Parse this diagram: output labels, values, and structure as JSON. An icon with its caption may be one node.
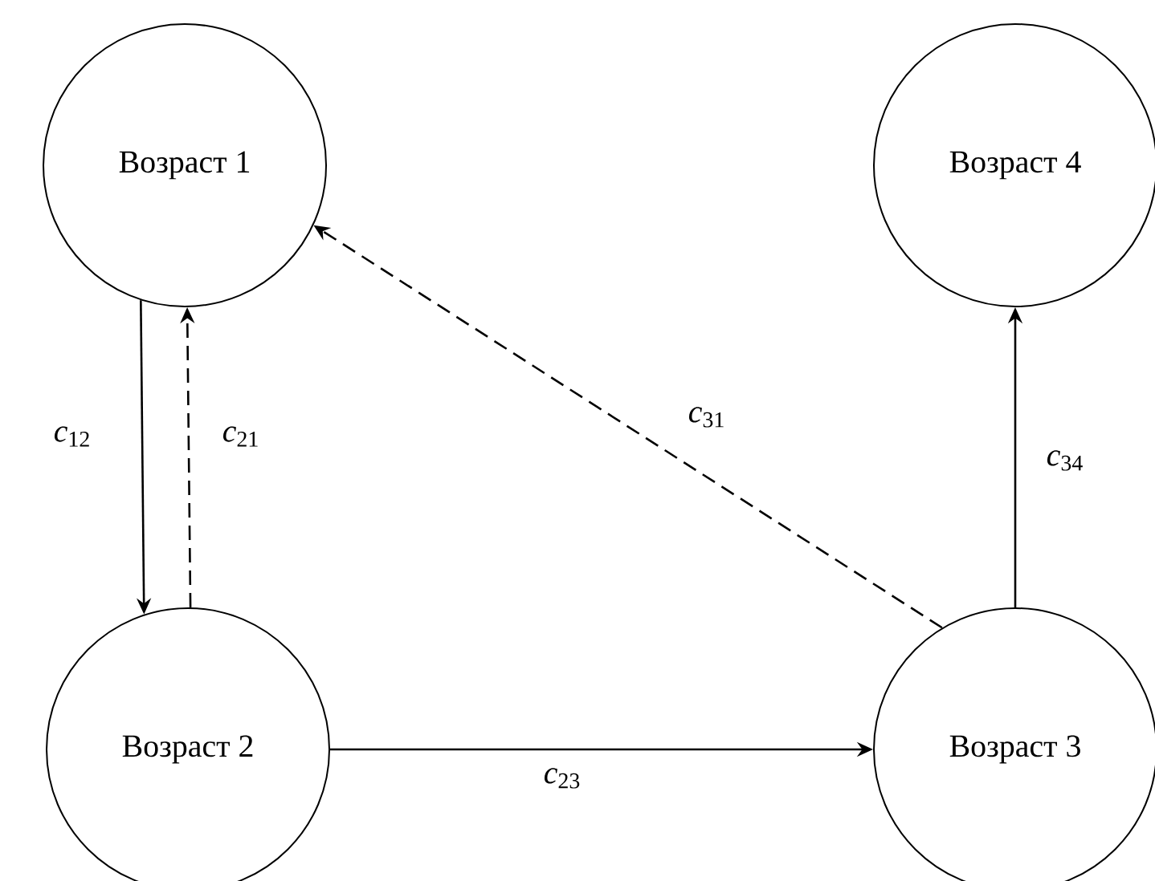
{
  "diagram": {
    "nodes": [
      {
        "text": [
          "Возраст 1"
        ]
      },
      {
        "text": [
          "Возраст 2"
        ]
      },
      {
        "text": [
          "Возраст 3"
        ]
      },
      {
        "text": [
          "Возраст 4"
        ]
      }
    ],
    "edges": [
      {
        "from": 0,
        "to": 1,
        "arrow": "to",
        "label": "*c*$_{12}$"
      },
      {
        "from": 1,
        "to": 0,
        "arrow": "to",
        "label": "*c*$_{21}$",
        "style": "dashed"
      },
      {
        "from": 2,
        "to": 0,
        "arrow": "to",
        "label": "*c*$_{31}$",
        "style": "dashed"
      },
      {
        "from": 1,
        "to": 2,
        "arrow": "to",
        "label": "*c*$_{23}$"
      },
      {
        "from": 2,
        "to": 3,
        "arrow": "to",
        "label": "*c*$_{34}$"
      }
    ]
  }
}
